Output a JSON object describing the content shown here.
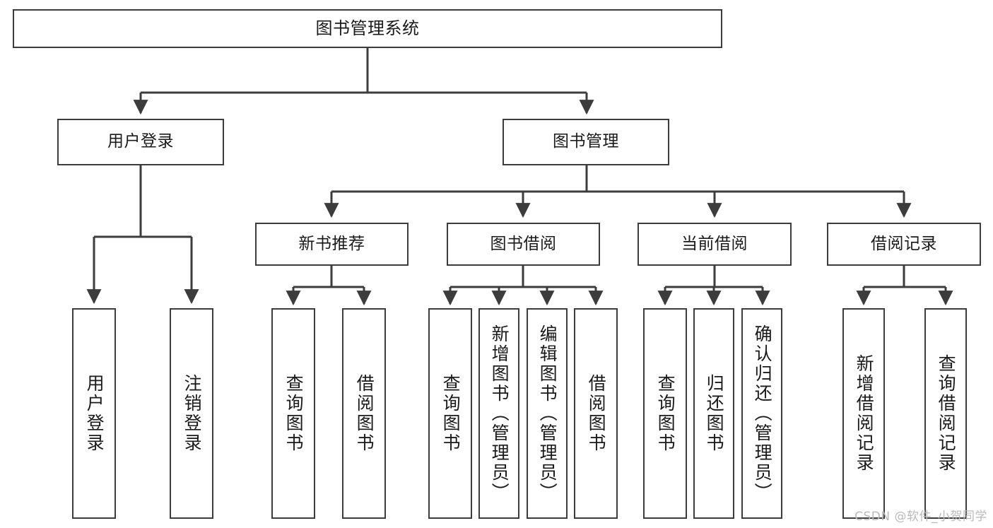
{
  "diagram": {
    "title": "图书管理系统",
    "type": "tree",
    "watermark": "CSDN @软件_小贺同学",
    "colors": {
      "box_border": "#3c3c3c",
      "box_fill": "#ffffff",
      "connector": "#3c3c3c",
      "text": "#1a1a1a",
      "watermark": "#b9b9b9",
      "background": "#ffffff"
    },
    "nodes": {
      "root": {
        "label": "图书管理系统"
      },
      "level2": [
        {
          "id": "user-login",
          "label": "用户登录"
        },
        {
          "id": "book-manage",
          "label": "图书管理"
        }
      ],
      "level3": [
        {
          "id": "new-book-recommend",
          "label": "新书推荐"
        },
        {
          "id": "book-borrow",
          "label": "图书借阅"
        },
        {
          "id": "current-borrow",
          "label": "当前借阅"
        },
        {
          "id": "borrow-record",
          "label": "借阅记录"
        }
      ],
      "leaves": [
        {
          "id": "leaf-user-login",
          "label": "用户登录",
          "parent": "user-login"
        },
        {
          "id": "leaf-logout-login",
          "label": "注销登录",
          "parent": "user-login"
        },
        {
          "id": "leaf-query-book-1",
          "label": "查询图书",
          "parent": "new-book-recommend"
        },
        {
          "id": "leaf-borrow-book-1",
          "label": "借阅图书",
          "parent": "new-book-recommend"
        },
        {
          "id": "leaf-query-book-2",
          "label": "查询图书",
          "parent": "book-borrow"
        },
        {
          "id": "leaf-add-book",
          "label": "新增图书（管理员）",
          "parent": "book-borrow"
        },
        {
          "id": "leaf-edit-book",
          "label": "编辑图书（管理员）",
          "parent": "book-borrow"
        },
        {
          "id": "leaf-borrow-book-2",
          "label": "借阅图书",
          "parent": "book-borrow"
        },
        {
          "id": "leaf-query-book-3",
          "label": "查询图书",
          "parent": "current-borrow"
        },
        {
          "id": "leaf-return-book",
          "label": "归还图书",
          "parent": "current-borrow"
        },
        {
          "id": "leaf-confirm-return",
          "label": "确认归还（管理员）",
          "parent": "current-borrow"
        },
        {
          "id": "leaf-add-record",
          "label": "新增借阅记录",
          "parent": "borrow-record"
        },
        {
          "id": "leaf-query-record",
          "label": "查询借阅记录",
          "parent": "borrow-record"
        }
      ]
    }
  }
}
